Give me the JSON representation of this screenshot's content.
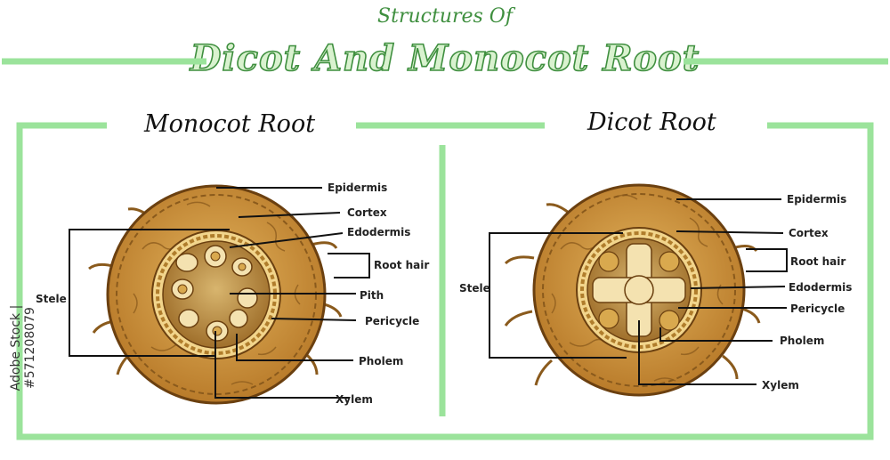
{
  "header": {
    "subtitle": "Structures Of",
    "title": "Dicot And Monocot Root"
  },
  "panels": {
    "monocot": {
      "title": "Monocot Root",
      "labels": {
        "epidermis": "Epidermis",
        "cortex": "Cortex",
        "endodermis": "Edodermis",
        "root_hair": "Root hair",
        "stele": "Stele",
        "pith": "Pith",
        "pericycle": "Pericycle",
        "phloem": "Pholem",
        "xylem": "Xylem"
      }
    },
    "dicot": {
      "title": "Dicot Root",
      "labels": {
        "epidermis": "Epidermis",
        "cortex": "Cortex",
        "root_hair": "Root hair",
        "stele": "Stele",
        "endodermis": "Edodermis",
        "pericycle": "Pericycle",
        "phloem": "Pholem",
        "xylem": "Xylem"
      }
    }
  },
  "credit": "Adobe Stock | #571208079",
  "colors": {
    "frame_green": "#9be39b",
    "title_green": "#3f8f3f",
    "tissue_dark": "#8a5a1c",
    "tissue_mid": "#c98f3a",
    "tissue_light": "#e9c77a"
  }
}
